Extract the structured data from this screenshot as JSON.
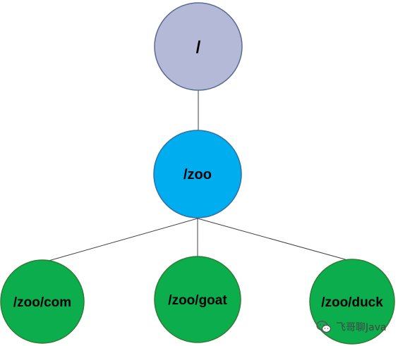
{
  "diagram": {
    "nodes": {
      "root": {
        "label": "/",
        "fill": "#B4B9D8",
        "stroke": "#5A6B92"
      },
      "zoo": {
        "label": "/zoo",
        "fill": "#00AEEF",
        "stroke": "#2F6FA8"
      },
      "zoo_com": {
        "label": "/zoo/com",
        "fill": "#0CAD4C",
        "stroke": "#2E7D32"
      },
      "zoo_goat": {
        "label": "/zoo/goat",
        "fill": "#0CAD4C",
        "stroke": "#2E7D32"
      },
      "zoo_duck": {
        "label": "/zoo/duck",
        "fill": "#0CAD4C",
        "stroke": "#2E7D32"
      }
    },
    "edges": [
      {
        "from": "root",
        "to": "zoo"
      },
      {
        "from": "zoo",
        "to": "zoo_com"
      },
      {
        "from": "zoo",
        "to": "zoo_goat"
      },
      {
        "from": "zoo",
        "to": "zoo_duck"
      }
    ]
  },
  "watermark": {
    "text": "飞哥聊Java",
    "icon": "wechat-icon"
  }
}
